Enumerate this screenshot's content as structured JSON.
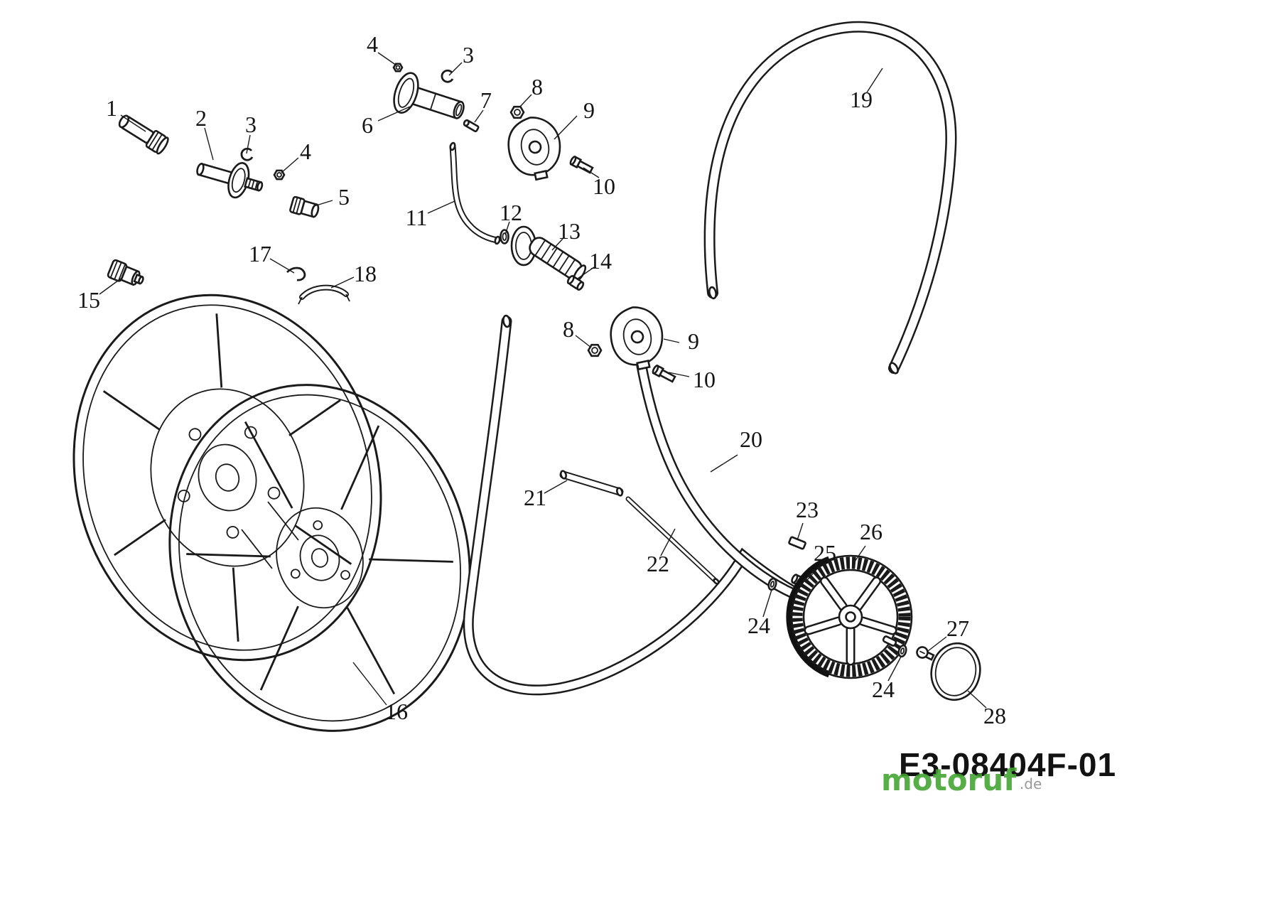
{
  "diagram": {
    "code": "E3-08404F-01",
    "watermark_name": "motoruf",
    "watermark_tld": ".de",
    "line_color": "#1a1a1a",
    "background": "#ffffff",
    "watermark_color": "#3fa32e"
  },
  "parts": [
    {
      "label": "1"
    },
    {
      "label": "2"
    },
    {
      "label": "3"
    },
    {
      "label": "4"
    },
    {
      "label": "4"
    },
    {
      "label": "3"
    },
    {
      "label": "6"
    },
    {
      "label": "7"
    },
    {
      "label": "8"
    },
    {
      "label": "9"
    },
    {
      "label": "10"
    },
    {
      "label": "5"
    },
    {
      "label": "11"
    },
    {
      "label": "12"
    },
    {
      "label": "13"
    },
    {
      "label": "14"
    },
    {
      "label": "15"
    },
    {
      "label": "17"
    },
    {
      "label": "18"
    },
    {
      "label": "19"
    },
    {
      "label": "8"
    },
    {
      "label": "9"
    },
    {
      "label": "10"
    },
    {
      "label": "20"
    },
    {
      "label": "21"
    },
    {
      "label": "22"
    },
    {
      "label": "23"
    },
    {
      "label": "25"
    },
    {
      "label": "26"
    },
    {
      "label": "24"
    },
    {
      "label": "24"
    },
    {
      "label": "27"
    },
    {
      "label": "28"
    },
    {
      "label": "16"
    }
  ]
}
